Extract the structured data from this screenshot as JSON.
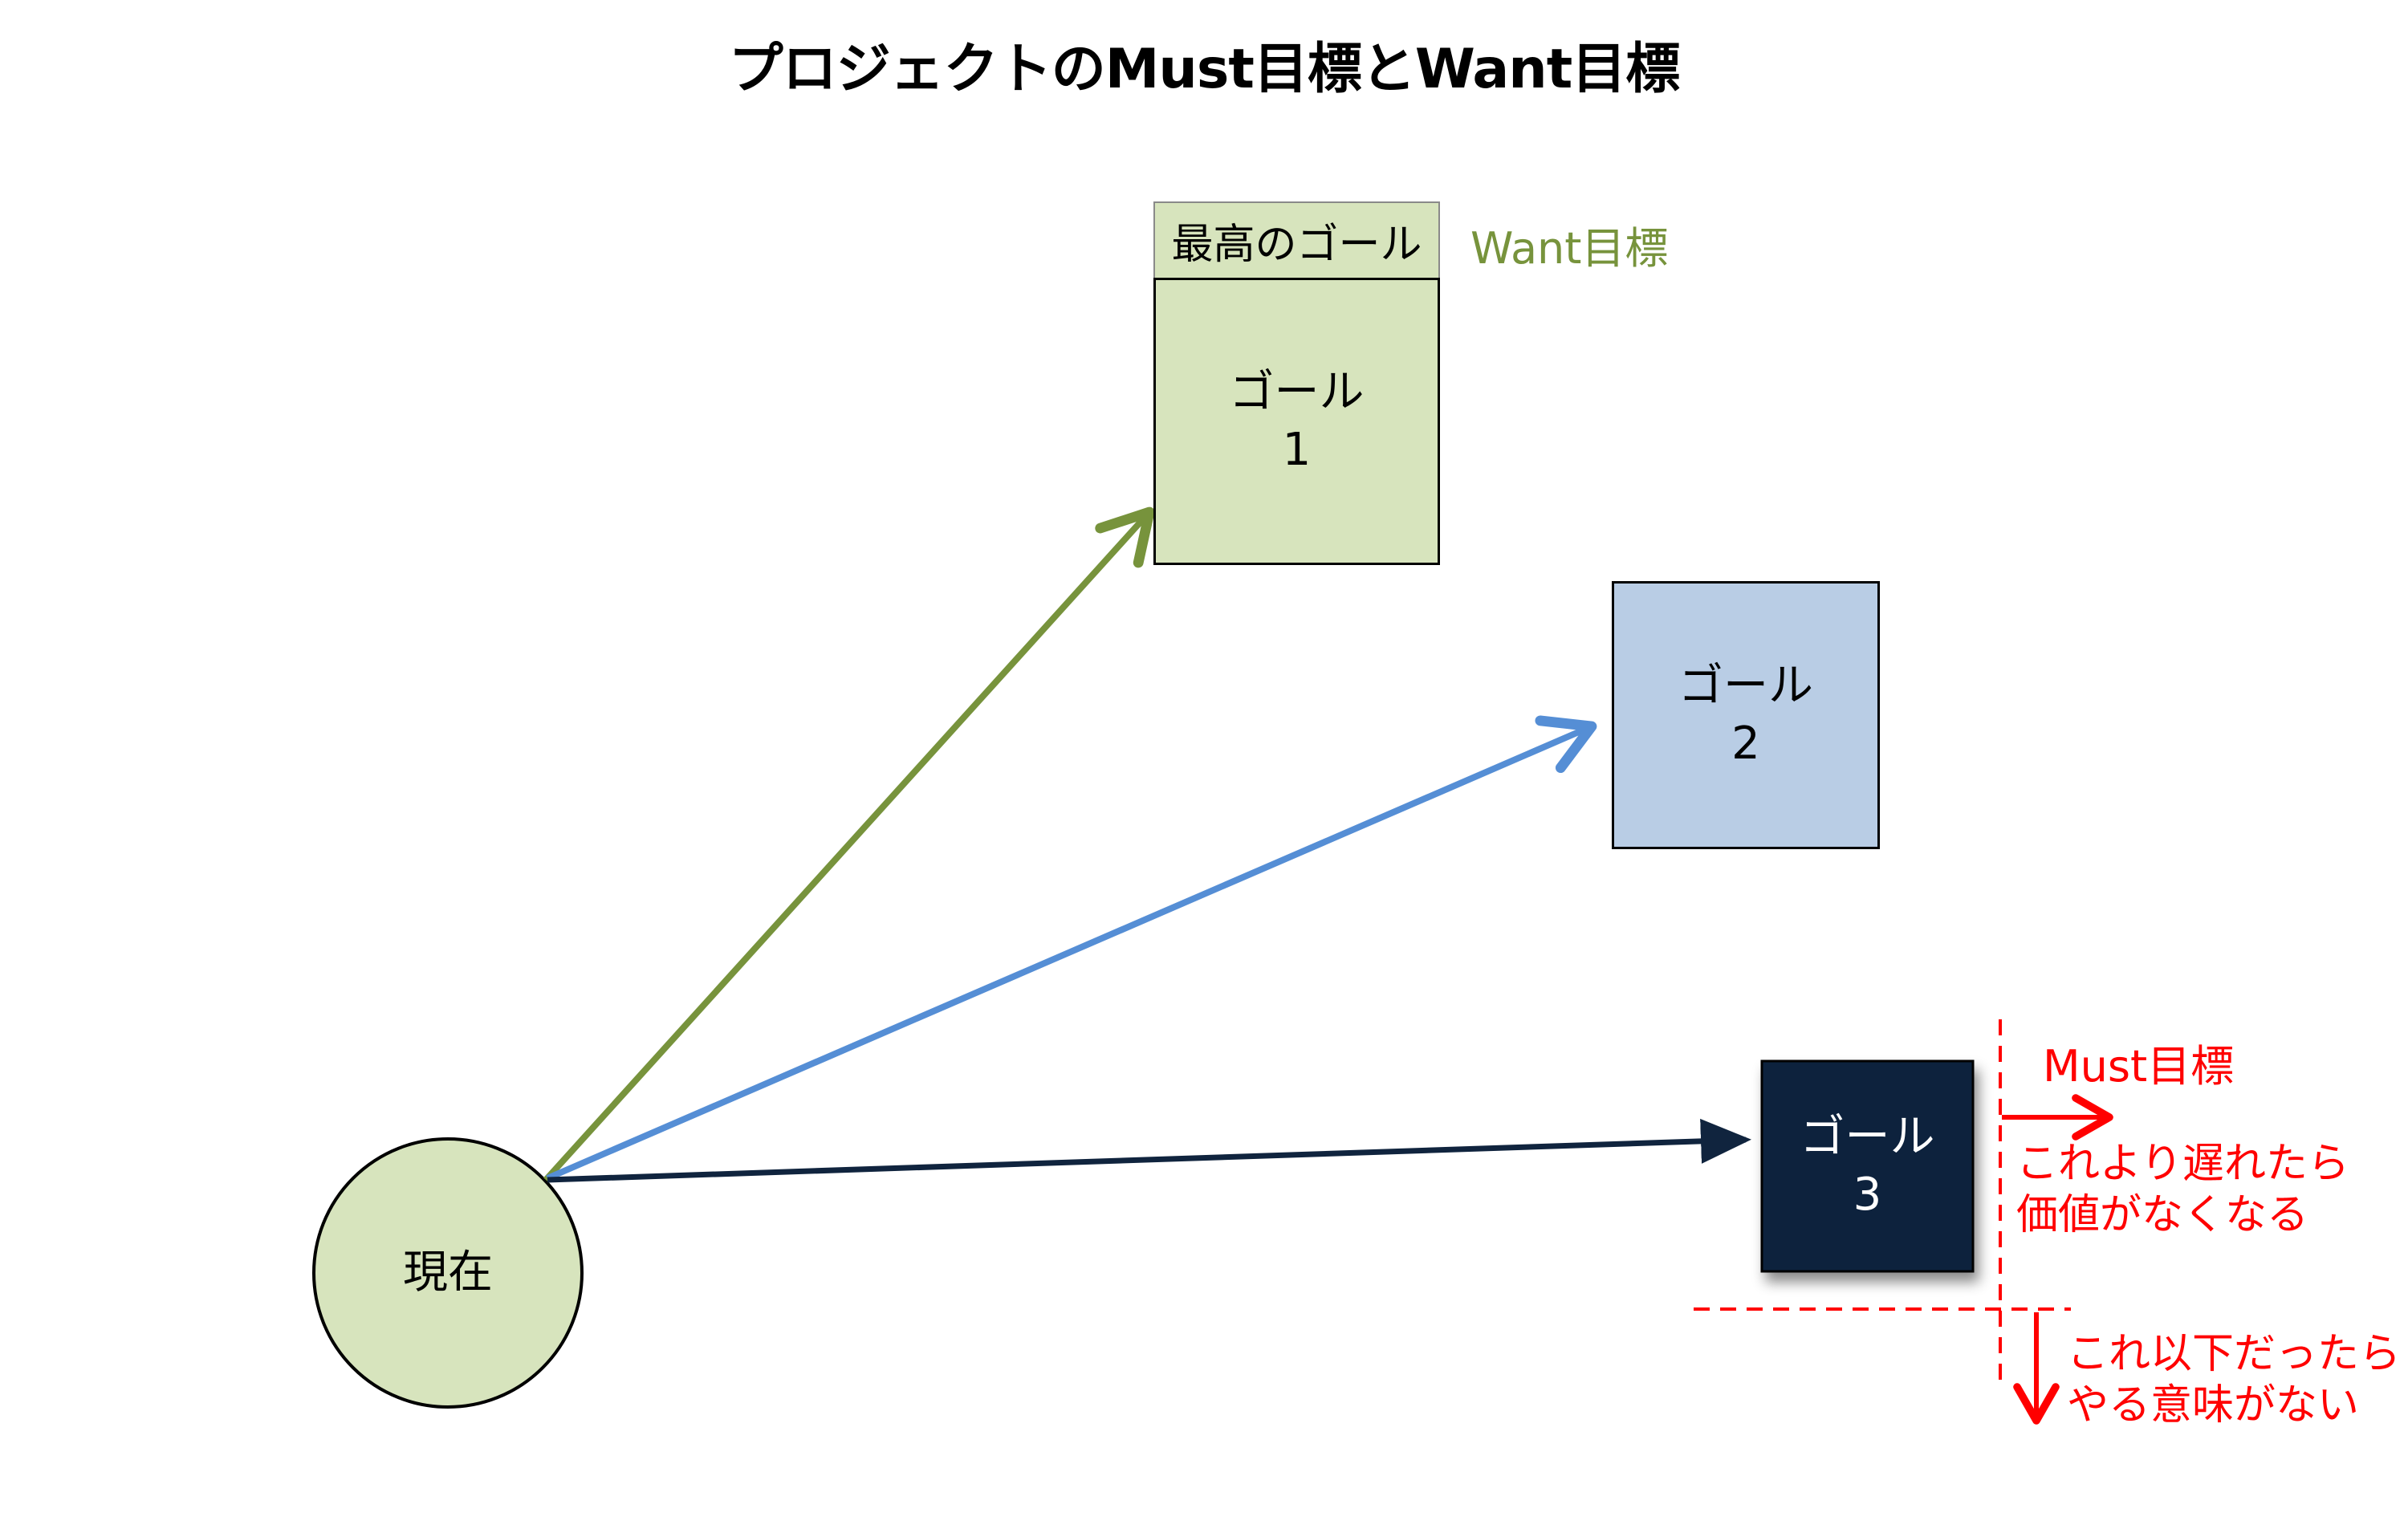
{
  "title": "プロジェクトのMust目標とWant目標",
  "current": {
    "label": "現在"
  },
  "goals": [
    {
      "line1": "ゴール",
      "line2": "1"
    },
    {
      "line1": "ゴール",
      "line2": "2"
    },
    {
      "line1": "ゴール",
      "line2": "3"
    }
  ],
  "best_goal_tag": "最高のゴール",
  "want_label": "Want目標",
  "must_label": "Must目標",
  "must_note": {
    "line1": "これより遅れたら",
    "line2": "価値がなくなる"
  },
  "min_note": {
    "line1": "これ以下だったら",
    "line2": "やる意味がない"
  },
  "colors": {
    "green_fill": "#d7e4bd",
    "green_arrow": "#77933c",
    "blue_fill": "#b9cde5",
    "blue_arrow": "#558ed5",
    "navy_fill": "#10243e",
    "want_text": "#77933c",
    "must_red": "#ff0000"
  }
}
